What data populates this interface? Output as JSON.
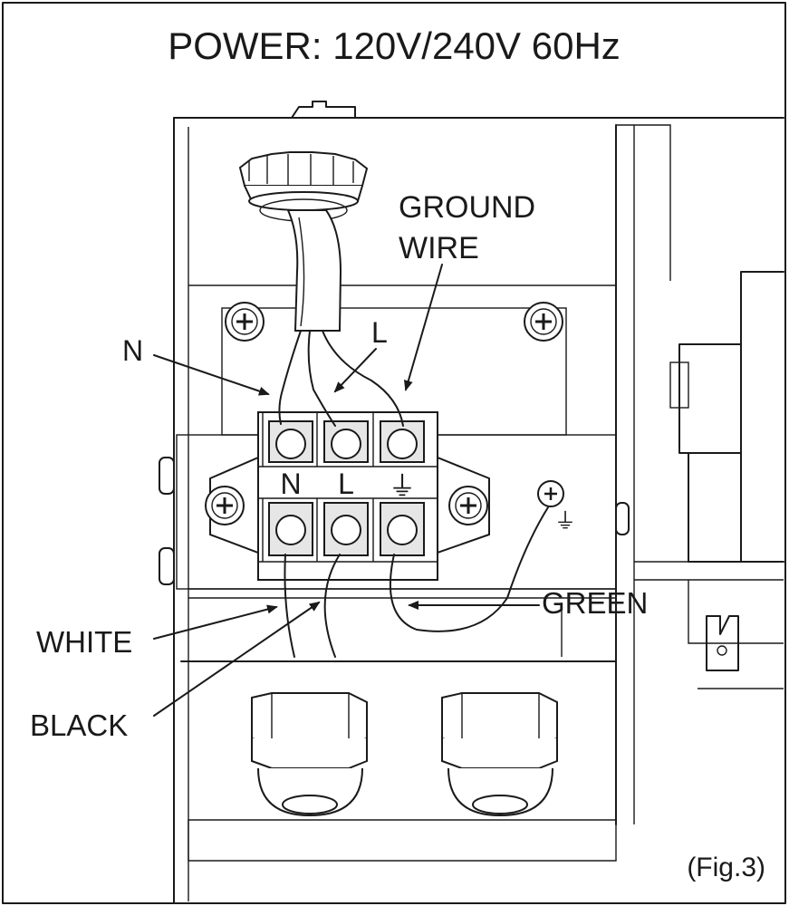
{
  "title": "POWER: 120V/240V 60Hz",
  "figure_label": "(Fig.3)",
  "callouts": {
    "ground_wire_line1": "GROUND",
    "ground_wire_line2": "WIRE",
    "n": "N",
    "l": "L",
    "white": "WHITE",
    "black": "BLACK",
    "green": "GREEN"
  },
  "terminal_labels": {
    "n": "N",
    "l": "L",
    "ground": "⏚"
  },
  "colors": {
    "line": "#1a1a1a",
    "panel_fill": "#ffffff",
    "shade_fill": "#e6e6e6"
  }
}
